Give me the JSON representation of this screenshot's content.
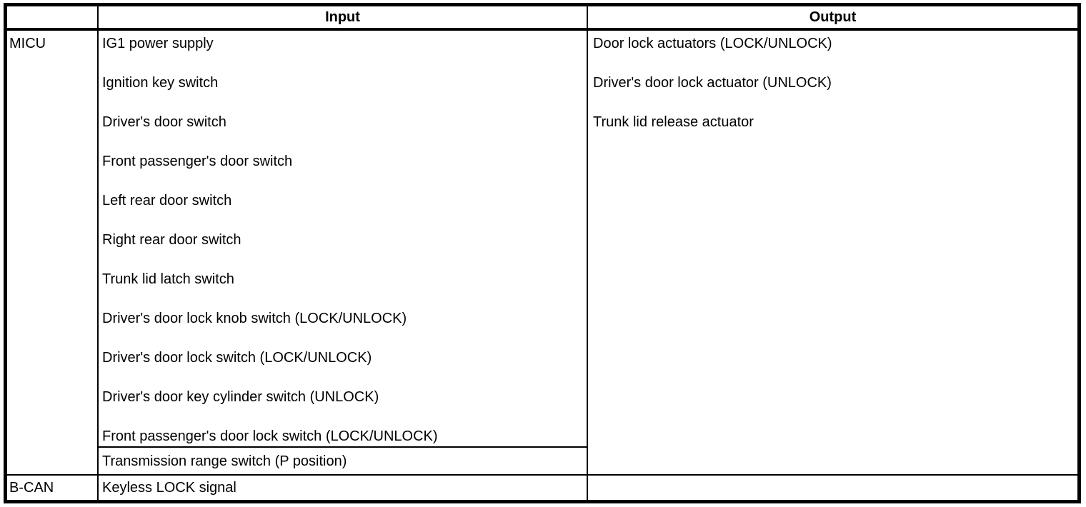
{
  "table": {
    "header": {
      "input_label": "Input",
      "output_label": "Output"
    },
    "rows": {
      "micu": {
        "label": "MICU",
        "inputs": [
          "IG1 power supply",
          "Ignition key switch",
          "Driver's door switch",
          "Front passenger's door switch",
          "Left rear door switch",
          "Right rear door switch",
          "Trunk lid latch switch",
          "Driver's door lock knob switch (LOCK/UNLOCK)",
          "Driver's door lock switch (LOCK/UNLOCK)",
          "Driver's door key cylinder switch (UNLOCK)",
          "Front passenger's door lock switch (LOCK/UNLOCK)"
        ],
        "input_subrow": "Transmission range switch (P position)",
        "outputs": [
          "Door lock actuators (LOCK/UNLOCK)",
          "Driver's door lock actuator (UNLOCK)",
          "Trunk lid release actuator"
        ]
      },
      "bcan": {
        "label": "B-CAN",
        "input": "Keyless LOCK signal",
        "output": ""
      }
    },
    "colors": {
      "border": "#000000",
      "background": "#ffffff",
      "text": "#000000"
    }
  }
}
